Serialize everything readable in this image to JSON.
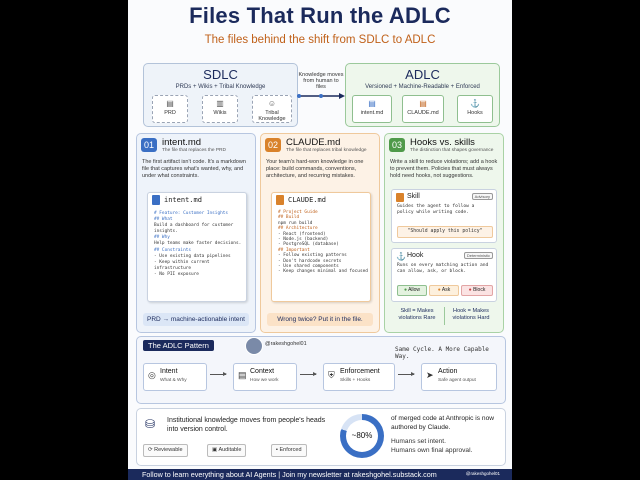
{
  "title": "Files That Run the ADLC",
  "subtitle": "The files behind the shift from SDLC to ADLC",
  "sdlc": {
    "heading": "SDLC",
    "subheading": "PRDs + Wikis + Tribal Knowledge",
    "items": [
      "PRD",
      "Wikis",
      "Tribal Knowledge"
    ]
  },
  "transition_note": "Knowledge moves from human to files",
  "adlc": {
    "heading": "ADLC",
    "subheading": "Versioned + Machine-Readable + Enforced",
    "items": [
      "intent.md",
      "CLAUDE.md",
      "Hooks"
    ]
  },
  "cards": [
    {
      "number": "01",
      "title": "intent.md",
      "subtitle": "The file that replaces the PRD",
      "body": "The first artifact isn't code. It's a markdown file that captures what's wanted, why, and under what constraints.",
      "file_name": "intent.md",
      "file_lines": [
        "# Feature: Customer Insights",
        "## What",
        "Build a dashboard for customer insights.",
        "## Why",
        "Help teams make faster decisions.",
        "## Constraints",
        "- Use existing data pipelines",
        "- Keep within current infrastructure",
        "- No PII exposure"
      ],
      "footer": "PRD → machine-actionable intent"
    },
    {
      "number": "02",
      "title": "CLAUDE.md",
      "subtitle": "The file that replaces tribal knowledge",
      "body": "Your team's hard-won knowledge in one place: build commands, conventions, architecture, and recurring mistakes.",
      "file_name": "CLAUDE.md",
      "file_lines": [
        "# Project Guide",
        "## Build",
        "npm run build",
        "## Architecture",
        "- React (frontend)",
        "- Node.js (backend)",
        "- PostgreSQL (database)",
        "## Important",
        "- Follow existing patterns",
        "- Don't hardcode secrets",
        "- Use shared components",
        "- Keep changes minimal and focused"
      ],
      "footer": "Wrong twice? Put it in the file."
    },
    {
      "number": "03",
      "title": "Hooks vs. skills",
      "subtitle": "The distinction that shapes governance",
      "body": "Write a skill to reduce violations; add a hook to prevent them. Policies that must always hold need hooks, not suggestions.",
      "skill": {
        "name": "Skill",
        "badge": "Advisory",
        "text": "Guides the agent to follow a policy while writing code.",
        "quote": "\"Should apply this policy\""
      },
      "hook": {
        "name": "Hook",
        "badge": "Deterministic",
        "text": "Runs on every matching action and can allow, ask, or block.",
        "actions": [
          "Allow",
          "Ask",
          "Block"
        ]
      },
      "compare_left": "Skill = Makes violations Rare",
      "compare_right": "Hook = Makes violations Hard"
    }
  ],
  "pattern": {
    "title": "The ADLC Pattern",
    "author": "@rakeshgohel01",
    "tagline": "Same Cycle. A More Capable Way.",
    "steps": [
      {
        "title": "Intent",
        "sub": "What & Why"
      },
      {
        "title": "Context",
        "sub": "How we work"
      },
      {
        "title": "Enforcement",
        "sub": "Skills + Hooks"
      },
      {
        "title": "Action",
        "sub": "Safe agent output"
      }
    ]
  },
  "summary": {
    "text": "Institutional knowledge moves from people's heads into version control.",
    "pills": [
      "Reviewable",
      "Auditable",
      "Enforced"
    ],
    "stat_value": "~80%",
    "stat_progress": 0.8,
    "stat_text": "of merged code at Anthropic is now authored by Claude.",
    "stat_note_1": "Humans set intent.",
    "stat_note_2": "Humans own final approval."
  },
  "footer": {
    "text": "Follow to learn everything about AI Agents | Join my newsletter at rakeshgohel.substack.com",
    "handle": "@rakeshgohel01"
  },
  "colors": {
    "navy": "#1b2a5c",
    "orange": "#c0611a",
    "blue": "#3a6fc4",
    "green": "#4f9a4a"
  }
}
